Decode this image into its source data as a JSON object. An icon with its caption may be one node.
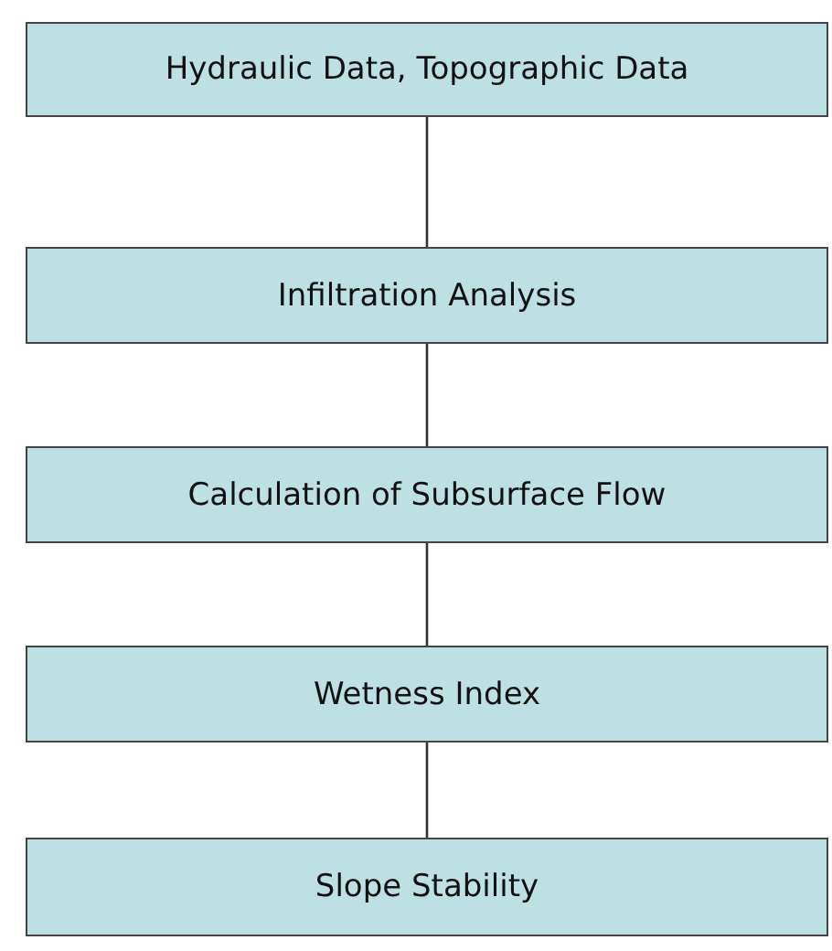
{
  "diagram": {
    "nodes": [
      {
        "text": [
          "Hydraulic Data, Topographic Data"
        ]
      },
      {
        "text": [
          "Infiltration Analysis"
        ]
      },
      {
        "text": [
          "Calculation of Subsurface Flow"
        ]
      },
      {
        "text": [
          "Wetness Index"
        ]
      },
      {
        "text": [
          "Slope Stability"
        ]
      }
    ],
    "edges": [
      {
        "from": 0,
        "to": 1,
        "arrow": "none"
      },
      {
        "from": 1,
        "to": 2,
        "arrow": "none"
      },
      {
        "from": 2,
        "to": 3,
        "arrow": "none"
      },
      {
        "from": 3,
        "to": 4,
        "arrow": "none"
      }
    ]
  }
}
